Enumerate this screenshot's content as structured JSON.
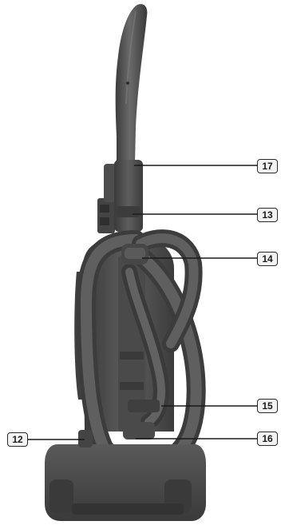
{
  "figure": {
    "subject": "upright vacuum cleaner, rear view",
    "callouts": [
      {
        "id": "c17",
        "label": "17"
      },
      {
        "id": "c13",
        "label": "13"
      },
      {
        "id": "c14",
        "label": "14"
      },
      {
        "id": "c15",
        "label": "15"
      },
      {
        "id": "c16",
        "label": "16"
      },
      {
        "id": "c12",
        "label": "12"
      }
    ]
  },
  "colors": {
    "background": "#ffffff",
    "body_dark": "#474747",
    "body_mid": "#5c5c5c",
    "hose": "#535353",
    "leader_line": "#1a1a1a",
    "label_fill": "#f2f2f2",
    "label_border": "#2a2a2a"
  }
}
